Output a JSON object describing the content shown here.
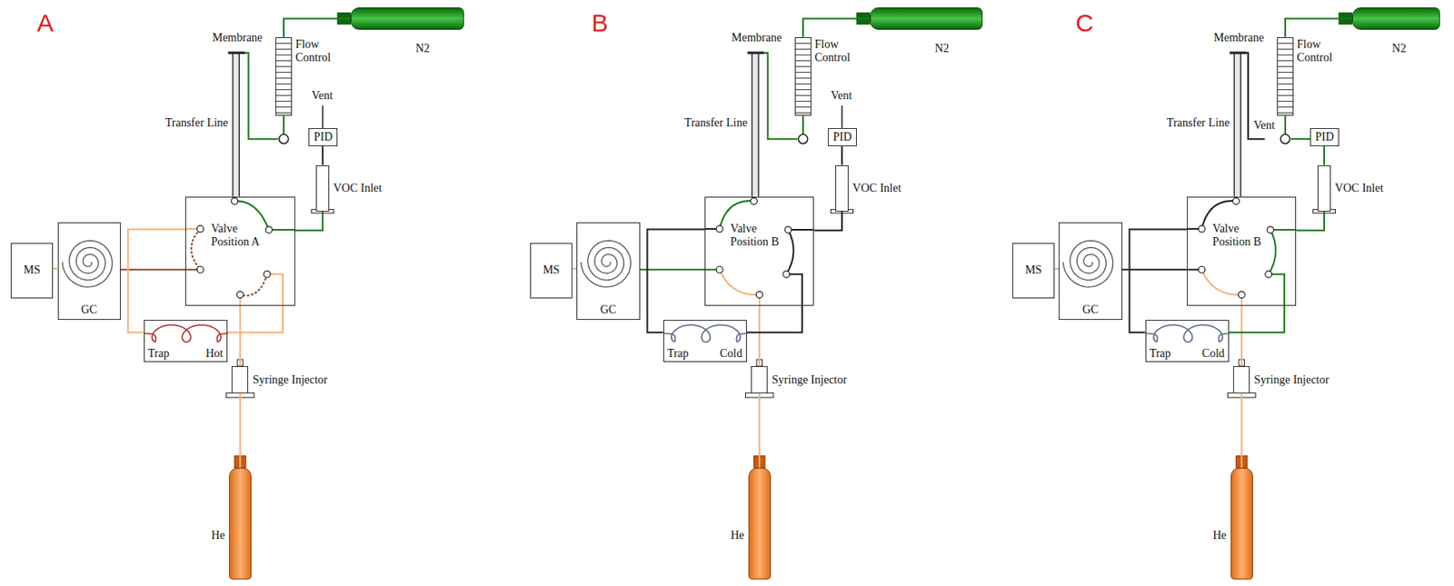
{
  "diagram": {
    "nodes": [
      {
        "text": [
          "N2"
        ]
      },
      {
        "text": [
          "Flow Control"
        ]
      },
      {
        "text": [
          "PID"
        ]
      },
      {
        "text": [
          "VOC Inlet"
        ]
      },
      {
        "text": [
          "Valve Position A"
        ]
      },
      {
        "text": [
          "GC"
        ]
      },
      {
        "text": [
          "MS"
        ]
      },
      {
        "text": [
          "Trap",
          "Hot"
        ]
      },
      {
        "text": [
          "Syringe Injector"
        ]
      },
      {
        "text": [
          "He"
        ]
      },
      {
        "text": [
          "N2"
        ]
      },
      {
        "text": [
          "Flow Control"
        ]
      },
      {
        "text": [
          "PID"
        ]
      },
      {
        "text": [
          "VOC Inlet"
        ]
      },
      {
        "text": [
          "Valve Position B"
        ]
      },
      {
        "text": [
          "GC"
        ]
      },
      {
        "text": [
          "MS"
        ]
      },
      {
        "text": [
          "Trap",
          "Cold"
        ]
      },
      {
        "text": [
          "Syringe Injector"
        ]
      },
      {
        "text": [
          "He"
        ]
      },
      {
        "text": [
          "N2"
        ]
      },
      {
        "text": [
          "Flow Control"
        ]
      },
      {
        "text": [
          "PID"
        ]
      },
      {
        "text": [
          "VOC Inlet"
        ]
      },
      {
        "text": [
          "Valve Position B"
        ]
      },
      {
        "text": [
          "GC"
        ]
      },
      {
        "text": [
          "MS"
        ]
      },
      {
        "text": [
          "Trap",
          "Cold"
        ]
      },
      {
        "text": [
          "Syringe Injector"
        ]
      },
      {
        "text": [
          "He"
        ]
      }
    ],
    "edges": [
      {
        "from": 0,
        "to": 1,
        "arrow": "none"
      },
      {
        "from": 3,
        "to": 2,
        "arrow": "none"
      },
      {
        "from": 4,
        "to": 3,
        "arrow": "none"
      },
      {
        "from": 9,
        "to": 8,
        "arrow": "none"
      },
      {
        "from": 8,
        "to": 4,
        "arrow": "none"
      },
      {
        "from": 4,
        "to": 5,
        "arrow": "none"
      },
      {
        "from": 5,
        "to": 6,
        "arrow": "none"
      },
      {
        "from": 4,
        "to": 7,
        "arrow": "none"
      },
      {
        "from": 7,
        "to": 4,
        "arrow": "none"
      },
      {
        "from": 10,
        "to": 11,
        "arrow": "none"
      },
      {
        "from": 13,
        "to": 12,
        "arrow": "none"
      },
      {
        "from": 14,
        "to": 13,
        "arrow": "none"
      },
      {
        "from": 19,
        "to": 18,
        "arrow": "none"
      },
      {
        "from": 18,
        "to": 14,
        "arrow": "none"
      },
      {
        "from": 14,
        "to": 15,
        "arrow": "none"
      },
      {
        "from": 15,
        "to": 16,
        "arrow": "none"
      },
      {
        "from": 14,
        "to": 17,
        "arrow": "none"
      },
      {
        "from": 17,
        "to": 14,
        "arrow": "none"
      },
      {
        "from": 20,
        "to": 21,
        "arrow": "none"
      },
      {
        "from": 23,
        "to": 22,
        "arrow": "none"
      },
      {
        "from": 24,
        "to": 23,
        "arrow": "none"
      },
      {
        "from": 29,
        "to": 28,
        "arrow": "none"
      },
      {
        "from": 28,
        "to": 24,
        "arrow": "none"
      },
      {
        "from": 24,
        "to": 25,
        "arrow": "none"
      },
      {
        "from": 25,
        "to": 26,
        "arrow": "none"
      },
      {
        "from": 24,
        "to": 27,
        "arrow": "none"
      },
      {
        "from": 27,
        "to": 24,
        "arrow": "none"
      }
    ],
    "labels": [
      "A",
      "Membrane",
      "Transfer Line",
      "Vent",
      "B",
      "Membrane",
      "Transfer Line",
      "Vent",
      "C",
      "Membrane",
      "Transfer Line",
      "Vent"
    ]
  }
}
